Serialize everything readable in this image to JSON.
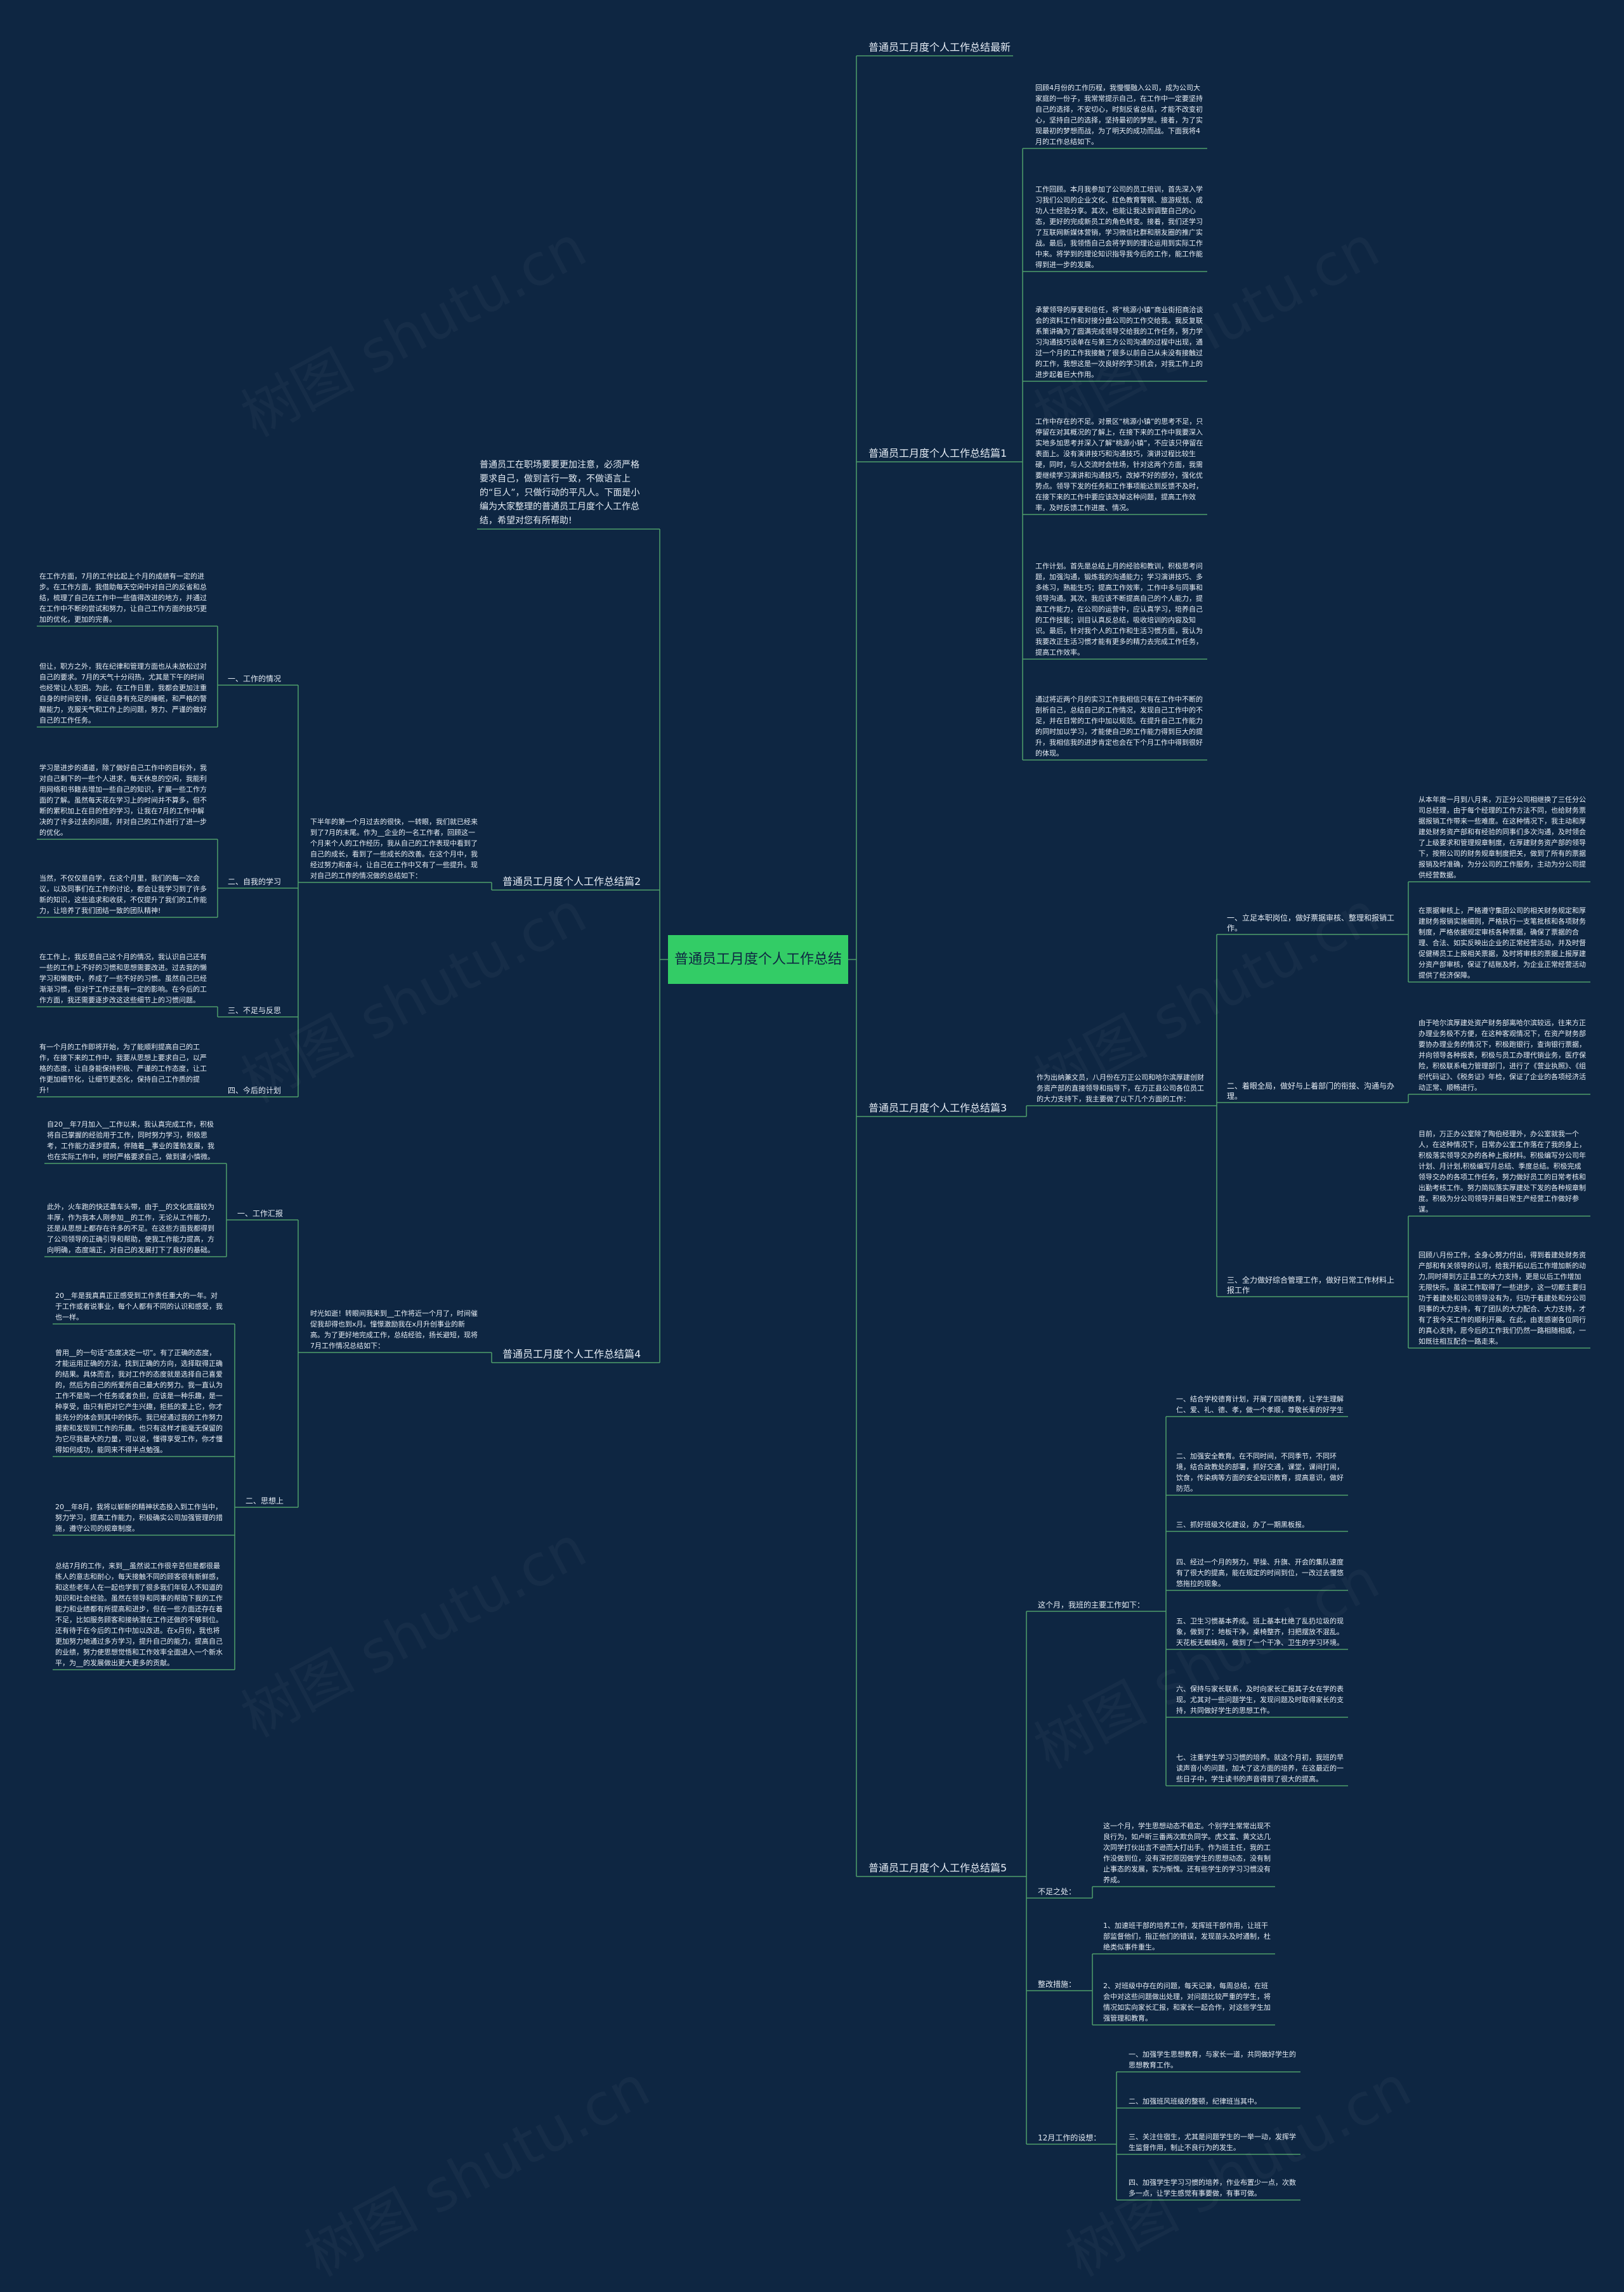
{
  "root": {
    "title": "普通员工月度个人工作总结"
  },
  "intro": "普通员工在职场要要更加注意，必须严格要求自己，做到言行一致，不做语言上的“巨人”，只做行动的平凡人。下面是小编为大家整理的普通员工月度个人工作总结，希望对您有所帮助!",
  "watermark": "树图 shutu.cn",
  "branches": {
    "b0": "普通员工月度个人工作总结最新",
    "b1": "普通员工月度个人工作总结篇1",
    "b2": "普通员工月度个人工作总结篇2",
    "b3": "普通员工月度个人工作总结篇3",
    "b4": "普通员工月度个人工作总结篇4",
    "b5": "普通员工月度个人工作总结篇5"
  },
  "b1": {
    "t1": "回顾4月份的工作历程，我慢慢融入公司，成为公司大家庭的一份子，我常常提示自己，在工作中一定要坚持自己的选择，不安切心，时刻反省总结，才能不改变初心，坚持自己的选择，坚持最初的梦想。接着，为了实现最初的梦想而战，为了明天的成功而战。下面我将4月的工作总结如下。",
    "t2": "工作回顾。本月我参加了公司的员工培训，首先深入学习我们公司的企业文化、红色教育警钢、旅游规划、成功人士经验分享。其次，也能让我达到调整自己的心态，更好的完成新员工的角色转变。接着，我们还学习了互联网新媒体营销，学习微信社群和朋友圈的推广实战。最后，我领悟自己会将学到的理论运用到实际工作中来。将学到的理论知识指导我今后的工作，能工作能得到进一步的发展。",
    "t3": "承蒙领导的厚爱和信任，将“桃源小镇”商业街招商洽谈会的资料工作和对接分盘公司的工作交给我。我反复联系策讲确为了圆满完成领导交给我的工作任务，努力学习沟通技巧谈单在与第三方公司沟通的过程中出现，通过一个月的工作我接触了很多以前自己从未没有接触过的工作，我想这是一次良好的学习机会，对我工作上的进步起着巨大作用。",
    "t4": "工作中存在的不足。对景区“桃源小镇”的思考不足，只停留在对其概况的了解上，在接下来的工作中我要深入实地多加思考并深入了解“桃源小镇”，不应该只停留在表面上。没有演讲技巧和沟通技巧，演讲过程比较生硬，同时，与人交流时会怯场，针对这两个方面，我需要继续学习演讲和沟通技巧，改掉不好的部分，强化优势点。领导下发的任务和工作事项能达到反馈不及时，在接下来的工作中要应该改掉这种问题，提高工作效率，及时反馈工作进度、情况。",
    "t5": "工作计划。首先是总结上月的经验和教训，积极思考问题，加强沟通，锻炼我的沟通能力；学习演讲技巧、多多练习，熟能生巧；提高工作效率，工作中多与同事和领导沟通。其次，我应该不断提高自己的个人能力，提高工作能力，在公司的运营中，应认真学习，培养自己的工作技能；训目认真反总结，吸收培训的内容及知识。最后，针对我个人的工作和生活习惯方面，我认为我要改正生活习惯才能有更多的精力去完成工作任务，提高工作效率。",
    "t6": "通过将近两个月的实习工作我相信只有在工作中不断的剖析自己，总结自己的工作情况，发现自己工作中的不足，并在日常的工作中加以规范。在提升自己工作能力的同时加以学习，才能使自己的工作能力得到巨大的提升，我相信我的进步肯定也会在下个月工作中得到很好的体现。"
  },
  "b2": {
    "intro": "下半年的第一个月过去的很快，一转眼，我们就已经来到了7月的末尾。作为__企业的一名工作者，回顾这一个月来个人的工作经历，我从自己的工作表现中看到了自己的成长，看到了一些成长的改善。在这个月中，我经过努力和奋斗，让自己在工作中又有了一些提升。现对自己的工作的情况做的总结如下：",
    "labels": {
      "l1": "一、工作的情况",
      "l2": "二、自我的学习",
      "l3": "三、不足与反思",
      "l4": "四、今后的计划"
    },
    "l1_t1": "在工作方面，7月的工作比起上个月的成绩有一定的进步。在工作方面，我借助每天空闲中对自己的反省和总结，梳理了自己在工作中一些值得改进的地方，并通过在工作中不断的尝试和努力，让自己工作方面的技巧更加的优化，更加的完善。",
    "l1_t2": "但让，职方之外，我在纪律和管理方面也从未放松过对自己的要求。7月的天气十分闷热，尤其是下午的时间也经常让人犯困。为此，在工作日里，我都会更加注重自身的时间安排，保证自身有充足的睡眠，和严格的警醒能力，克服天气和工作上的问题，努力、严谨的做好自己的工作任务。",
    "l2_t1": "学习是进步的通道，除了做好自己工作中的目标外，我对自己剩下的一些个人进求，每天休息的空闲，我能利用网络和书籍去增加一些自己的知识，扩展一些工作方面的了解。虽然每天花在学习上的时间并不算多，但不断的累积加上在目的性的学习，让我在7月的工作中解决的了许多过去的问题，并对自己的工作进行了进一步的优化。",
    "l2_t2": "当然，不仅仅是自学，在这个月里，我们的每一次会议，以及同事们在工作的讨论，都会让我学习到了许多新的知识，这些追求和收获，不仅提升了我们的工作能力，让培养了我们团结一致的团队精神!",
    "l3_t1": "在工作上，我反思自己这个月的情况，我认识自己还有一些的工作上不好的习惯和思想需要改进。过去我的懒学习和懒散中，养成了一些不好的习惯。虽然自己已经渐渐习惯，但对于工作还是有一定的影响。在今后的工作方面，我还需要逐步改这这些细节上的习惯问题。",
    "l4_t1": "有一个月的工作即将开始，为了能顺利提高自己的工作，在接下来的工作中，我要从思想上要求自己，以严格的态度，让自身能保持积极、严谨的工作态度，让工作更加细节化，让细节更态化，保持自己工作质的提升!"
  },
  "b3": {
    "intro": "作为出纳兼文员，八月份在万正公司和哈尔滨厚建创财务资产部的直接领导和指导下，在万正县公司各位员工的大力支持下，我主要做了以下几个方面的工作：",
    "labels": {
      "l1": "一、立足本职岗位，做好票据审核、整理和报销工作。",
      "l2": "二、着眼全局，做好与上着部门的衔接、沟通与办理。",
      "l3": "三、全力做好综合管理工作，做好日常工作材料上报工作"
    },
    "l1_t1": "从本年度一月到八月来，万正分公司相继换了三任分公司总经理，由于每个经理的工作方法不同，也给财务票据报销工作带来一些难度。在这种情况下，我主动和厚建处财务资产部和有经验的同事们多次沟通，及时领会了上级要求和管理规章制度，在厚建财务资产部的领导下，按照公司的财务规章制度把关，做到了所有的票据报销及时准确，为分公司的工作服务，主动为分公司提供经营数据。",
    "l1_t2": "在票据审核上，严格遵守集团公司的相关财务规定和厚建财务报销实施细则，严格执行一支笔批核和各项财务制度，严格依据规定审核各种票据，确保了票据的合理、合法、如实反映出企业的正常经营活动，并及时督促健稀员工上报相关票据，及时将审核的票据上报厚建分资产部审核，保证了结账及时，为企业正常经营活动提供了经济保障。",
    "l2_t1": "由于哈尔滨厚建处资产财务部离哈尔滨较远，往来方正办理业务极不方便，在这种客观情况下，在资产财务部要协办理业务的情况下，积极跑银行，查询银行票据，并向领导各种报表，积极与员工办理代销业务，医疗保险，积极联系电力管理部门，进行了《营业执照》、《组织代码证》、《税务证》年检，保证了企业的各项经济活动正常、顺畅进行。",
    "l3_t1": "目前，万正办公室除了陶伯经理外，办公室就我一个人，在这种情况下，日常办公室工作落在了我的身上，积极落实领导交办的各种上报材料。积极编写分公司年计划、月计划,积极编写月总结、季度总结。积极完成领导交办的各项工作任务，努力做好员工的日常考核和出勤考核工作。努力简拟落实厚建处下发的各种规章制度。积极为分公司领导开展日常生产经营工作做好参谋。",
    "l3_t2": "回顾八月份工作，全身心努力付出，得到着建处财务资产部和有关领导的认可，给我开拓以后工作增加新的动力,同时得到方正县工的大力支持，更是以后工作增加无限快乐。虽说工作取得了一些进步，这一切都主要归功于着建处和公司领导没有为，归功于着建处和分公司同事的大力支持，有了团队的大力配合、大力支持，才有了我今天工作的顺利开展。在此，由衷感谢各位同行的真心支持，愿今后的工作我们仍然一路相随相成，一如既往相互配合一路走来。"
  },
  "b4": {
    "intro": "时光如逝！转眼间我来到__工作将近一个月了，时间催促我却得也到x月。憧憬激励我在x月升创事业的新高。为了更好地完成工作，总结经验，扬长避短，现将7月工作情况总结如下：",
    "labels": {
      "l1": "一、工作汇报",
      "l2": "二、思想上"
    },
    "l1_t1": "自20__年7月加入__工作以来，我认真完成工作，积极将自己掌握的经验用于工作，同时努力学习，积极思考，工作能力逐步提高，伴随着__事业的蓬勃发展，我也在实际工作中，时时严格要求自己，做到谨小慎微。",
    "l1_t2": "此外，火车跑的快还靠车头带，由于__的文化底蕴较为丰厚，作为我本人刚参加__的工作，无论从工作能力，还是从思想上都存在许多的不足。在这些方面我都得到了公司领导的正确引导和帮助，使我工作能力提高，方向明确，态度端正，对自己的发展打下了良好的基础。",
    "l2_t1": "20__年是我真真正正感受到工作责任重大的一年。对于工作或者说事业，每个人都有不同的认识和感受，我也一样。",
    "l2_t2": "曾用__的一句话“态度决定一切”。有了正确的态度，才能运用正确的方法，找到正确的方向，选择取得正确的结果。具体而言，我对工作的态度就是选择自己喜爱的，然后为自己的所爱所自己最大的努力。我一直认为工作不是简一个任务或者负担，应该是一种乐趣，是一种享受，由只有把对它产生兴趣，拒抵的爱上它，你才能充分的体会到其中的快乐。我已经通过我的工作努力摸索和发现到工作的乐趣。也只有这样才能毫无保留的为它尽我最大的力量，可以说，懂得享受工作，你才懂得如何成功，能同来不得半点勉强。",
    "l2_t3": "20__年8月，我将以崭新的精神状态投入到工作当中，努力学习，提高工作能力，积极确实公司加强管理的措施，遵守公司的规章制度。",
    "l2_t4": "总结7月的工作，来到__虽然说工作很辛苦但是都很最练人的意志和耐心，每天接触不同的顾客很有新鲜感，和这些老年人在一起也学到了很多我们年轻人不知道的知识和社会经验。虽然在领导和同事的帮助下我的工作能力和业绩都有所提高和进步，但在一些方面还存在着不足，比如服务顾客和接纳潜在工作还做的不够到位。还有待于在今后的工作中加以改进。在x月份，我也将更加努力地通过多方学习，提升自己的能力，提高自己的业绩，努力使思想觉悟和工作效率全面进入一个新水平，为__的发展做出更大更多的贡献。"
  },
  "b5": {
    "labels": {
      "l1": "这个月，我班的主要工作如下：",
      "l2": "不足之处：",
      "l3": "整改措施：",
      "l4": "12月工作的设想："
    },
    "l1_items": [
      "一、结合学校德育计划，开展了四德教育，让学生理解仁、爱、礼、德、孝，做一个孝顺，尊敬长辈的好学生",
      "二、加强安全教育。在不同时间，不同季节，不同环境，结合政教处的部署，抓好交通，课堂，课间打闹，饮食，传染病等方面的安全知识教育，提高意识，做好防范。",
      "三、抓好班级文化建设，办了一期黑板报。",
      "四、经过一个月的努力，早操、升旗、开会的集队速度有了很大的提高，能在规定的时间到位，一改过去慢悠悠拖拉的现象。",
      "五、卫生习惯基本养成。班上基本杜绝了乱扔垃圾的现象，做到了：地板干净，桌椅整齐，扫把摆放不混乱。天花板无蜘蛛网，做到了一个干净、卫生的学习环境。",
      "六、保持与家长联系，及时向家长汇报其子女在学的表现。尤其对一些问题学生，发现问题及时取得家长的支持，共同做好学生的思想工作。",
      "七、注重学生学习习惯的培养。就这个月初，我班的早读声音小的问题，加大了这方面的培养，在这最近的一些日子中，学生读书的声音得到了很大的提高。"
    ],
    "l2_t1": "这一个月，学生思想动态不稳定。个别学生常常出现不良行为，如卢昕三番两次欺负同学。虎文富、黄文达几次同学打伙出言不逊而大打出手。作为班主任，我的工作没做到位，没有深挖原因做学生的思想动态，没有制止事态的发展，实为惭愧。还有些学生的学习习惯没有养成。",
    "l3_items": [
      "1、加速班干部的培养工作，发挥班干部作用，让班干部监督他们，指正他们的错误，发现苗头及时通制，杜绝类似事件重生。",
      "2、对班级中存在的问题，每天记录，每周总结，在班会中对这些问题做出处理，对问题比较严重的学生，将情况如实向家长汇报，和家长一起合作，对这些学生加强管理和教育。"
    ],
    "l4_items": [
      "一、加强学生思想教育，与家长一道，共同做好学生的思想教育工作。",
      "二、加强班风班级的整顿，纪律班当其中。",
      "三、关注住宿生，尤其是问题学生的一举一动，发挥学生监督作用，制止不良行为的发生。",
      "四、加强学生学习习惯的培养，作业布置少一点，次数多一点，让学生感觉有事要做，有事可做。"
    ]
  }
}
